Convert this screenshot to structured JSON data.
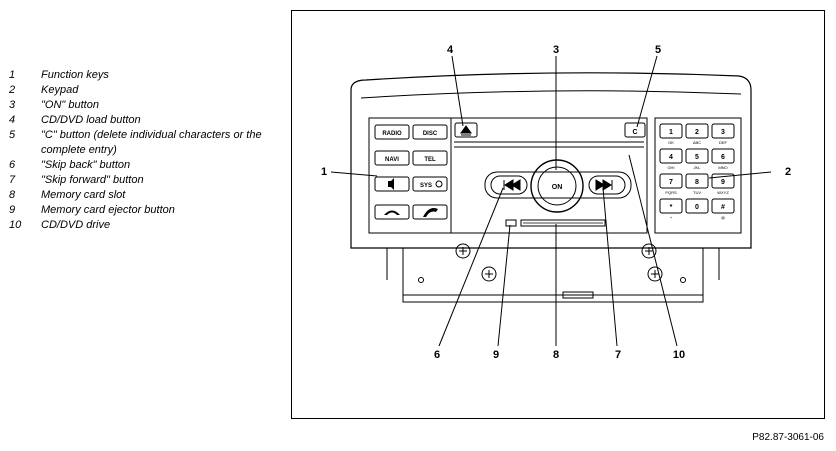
{
  "legend": [
    {
      "num": "1",
      "text": "Function keys"
    },
    {
      "num": "2",
      "text": "Keypad"
    },
    {
      "num": "3",
      "text": "\"ON\" button"
    },
    {
      "num": "4",
      "text": "CD/DVD load button"
    },
    {
      "num": "5",
      "text": "\"C\" button (delete individual characters or the complete entry)"
    },
    {
      "num": "6",
      "text": "\"Skip back\" button"
    },
    {
      "num": "7",
      "text": "\"Skip forward\" button"
    },
    {
      "num": "8",
      "text": "Memory card slot"
    },
    {
      "num": "9",
      "text": "Memory card ejector button"
    },
    {
      "num": "10",
      "text": "CD/DVD drive"
    }
  ],
  "callouts": [
    "1",
    "2",
    "3",
    "4",
    "5",
    "6",
    "7",
    "8",
    "9",
    "10"
  ],
  "buttons": {
    "radio": "RADIO",
    "disc": "DISC",
    "navi": "NAVI",
    "tel": "TEL",
    "sys": "SYS",
    "on": "ON",
    "c": "C"
  },
  "keypad": {
    "digits": [
      "1",
      "2",
      "3",
      "4",
      "5",
      "6",
      "7",
      "8",
      "9",
      "*",
      "0",
      "#"
    ],
    "sub": [
      "OK",
      "ABC",
      "DEF",
      "GHI",
      "JKL",
      "MNO",
      "PQRS",
      "TUV",
      "WXYZ",
      "+",
      "",
      "@"
    ]
  },
  "reference": "P82.87-3061-06"
}
